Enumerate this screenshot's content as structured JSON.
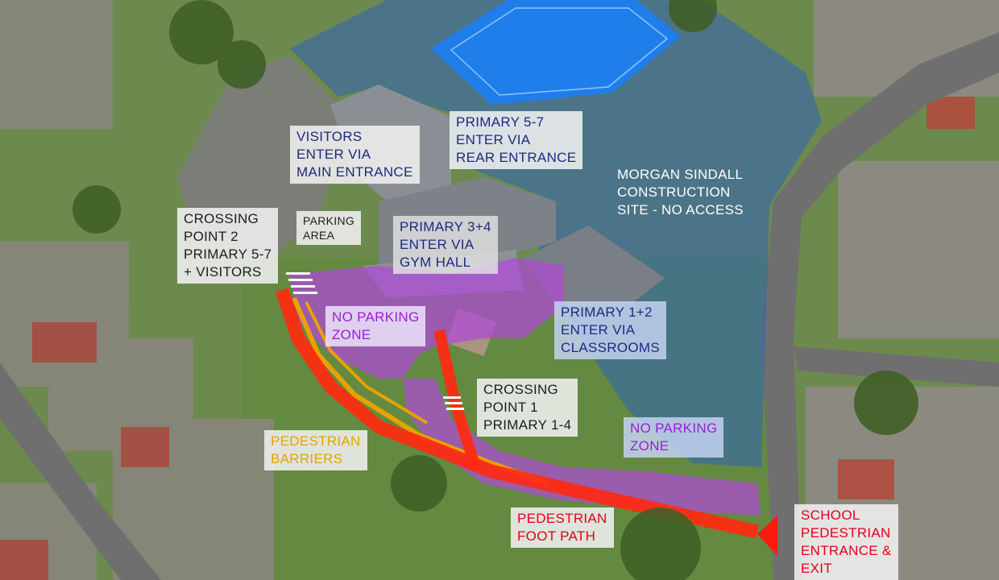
{
  "map": {
    "labels": {
      "visitors": [
        "VISITORS",
        "ENTER VIA",
        "MAIN ENTRANCE"
      ],
      "primary_5_7": [
        "PRIMARY 5-7",
        "ENTER VIA",
        "REAR ENTRANCE"
      ],
      "construction": [
        "MORGAN SINDALL",
        "CONSTRUCTION",
        "SITE - NO ACCESS"
      ],
      "crossing_2": [
        "CROSSING",
        "POINT 2",
        "PRIMARY 5-7",
        "+  VISITORS"
      ],
      "parking_area": [
        "PARKING",
        "AREA"
      ],
      "primary_3_4": [
        "PRIMARY 3+4",
        "ENTER VIA",
        "GYM HALL"
      ],
      "no_parking_1": [
        "NO PARKING",
        "ZONE"
      ],
      "primary_1_2": [
        "PRIMARY 1+2",
        "ENTER VIA",
        "CLASSROOMS"
      ],
      "crossing_1": [
        "CROSSING",
        "POINT 1",
        "PRIMARY 1-4"
      ],
      "no_parking_2": [
        "NO PARKING",
        "ZONE"
      ],
      "barriers": [
        "PEDESTRIAN",
        "BARRIERS"
      ],
      "footpath": [
        "PEDESTRIAN",
        "FOOT PATH"
      ],
      "school_entrance": [
        "SCHOOL",
        "PEDESTRIAN",
        "ENTRANCE &",
        "EXIT"
      ]
    },
    "colors": {
      "construction_zone": "#2f63b8",
      "no_parking_zone": "#b04ad8",
      "footpath": "#ff2a10",
      "barriers": "#e8a200",
      "pitch": "#1e7ef0",
      "grass": "#6d8a4e",
      "road": "#6f6f6f"
    }
  }
}
